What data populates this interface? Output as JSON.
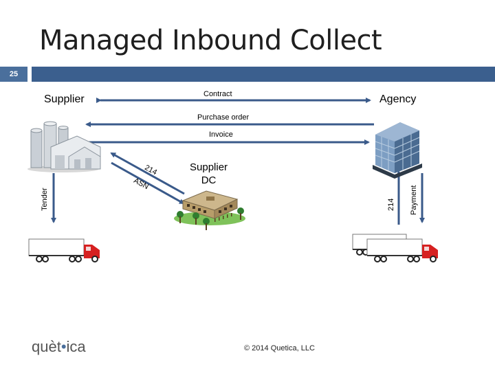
{
  "slide": {
    "title": "Managed Inbound Collect",
    "number": "25"
  },
  "nodes": {
    "supplier": "Supplier",
    "agency": "Agency",
    "supplier_dc": "Supplier\nDC"
  },
  "flows": {
    "contract": "Contract",
    "purchase_order": "Purchase order",
    "invoice": "Invoice",
    "tender": "Tender",
    "edi_214_left": "214",
    "asn": "ASN",
    "edi_214_right": "214",
    "payment": "Payment"
  },
  "footer": {
    "logo_main": "quèt",
    "logo_dot": "•",
    "logo_rest": "ica",
    "copyright": "© 2014 Quetica, LLC"
  },
  "colors": {
    "header_bar": "#3b5f8e",
    "slide_number_box": "#4a6f9c",
    "arrow": "#3a5a8a",
    "truck_cab": "#d62020"
  }
}
